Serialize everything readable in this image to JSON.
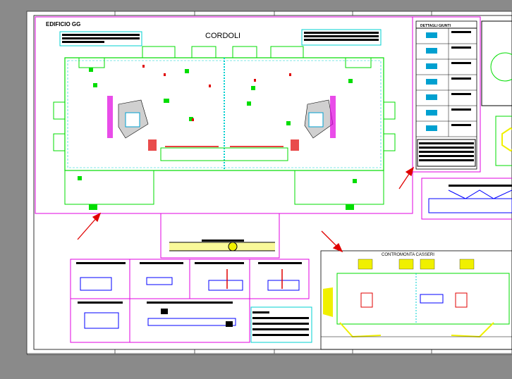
{
  "colors": {
    "background": "#8a8a8a",
    "sheet": "#ffffff",
    "magenta": "#e000e0",
    "green": "#00dd00",
    "cyan": "#00d0d0",
    "red": "#e00000",
    "blue": "#0000ff",
    "yellow": "#f0f000",
    "black": "#000000"
  },
  "labels": {
    "building": "EDIFICIO GG",
    "main_title": "CORDOLI",
    "legend_title": "DETTAGLI GIUNTI",
    "right_plan_title": "CONTROMONTA CASSERI"
  },
  "icons": [
    "red-arrow-icon",
    "red-arrow-icon",
    "red-arrow-icon",
    "red-arrow-icon"
  ]
}
